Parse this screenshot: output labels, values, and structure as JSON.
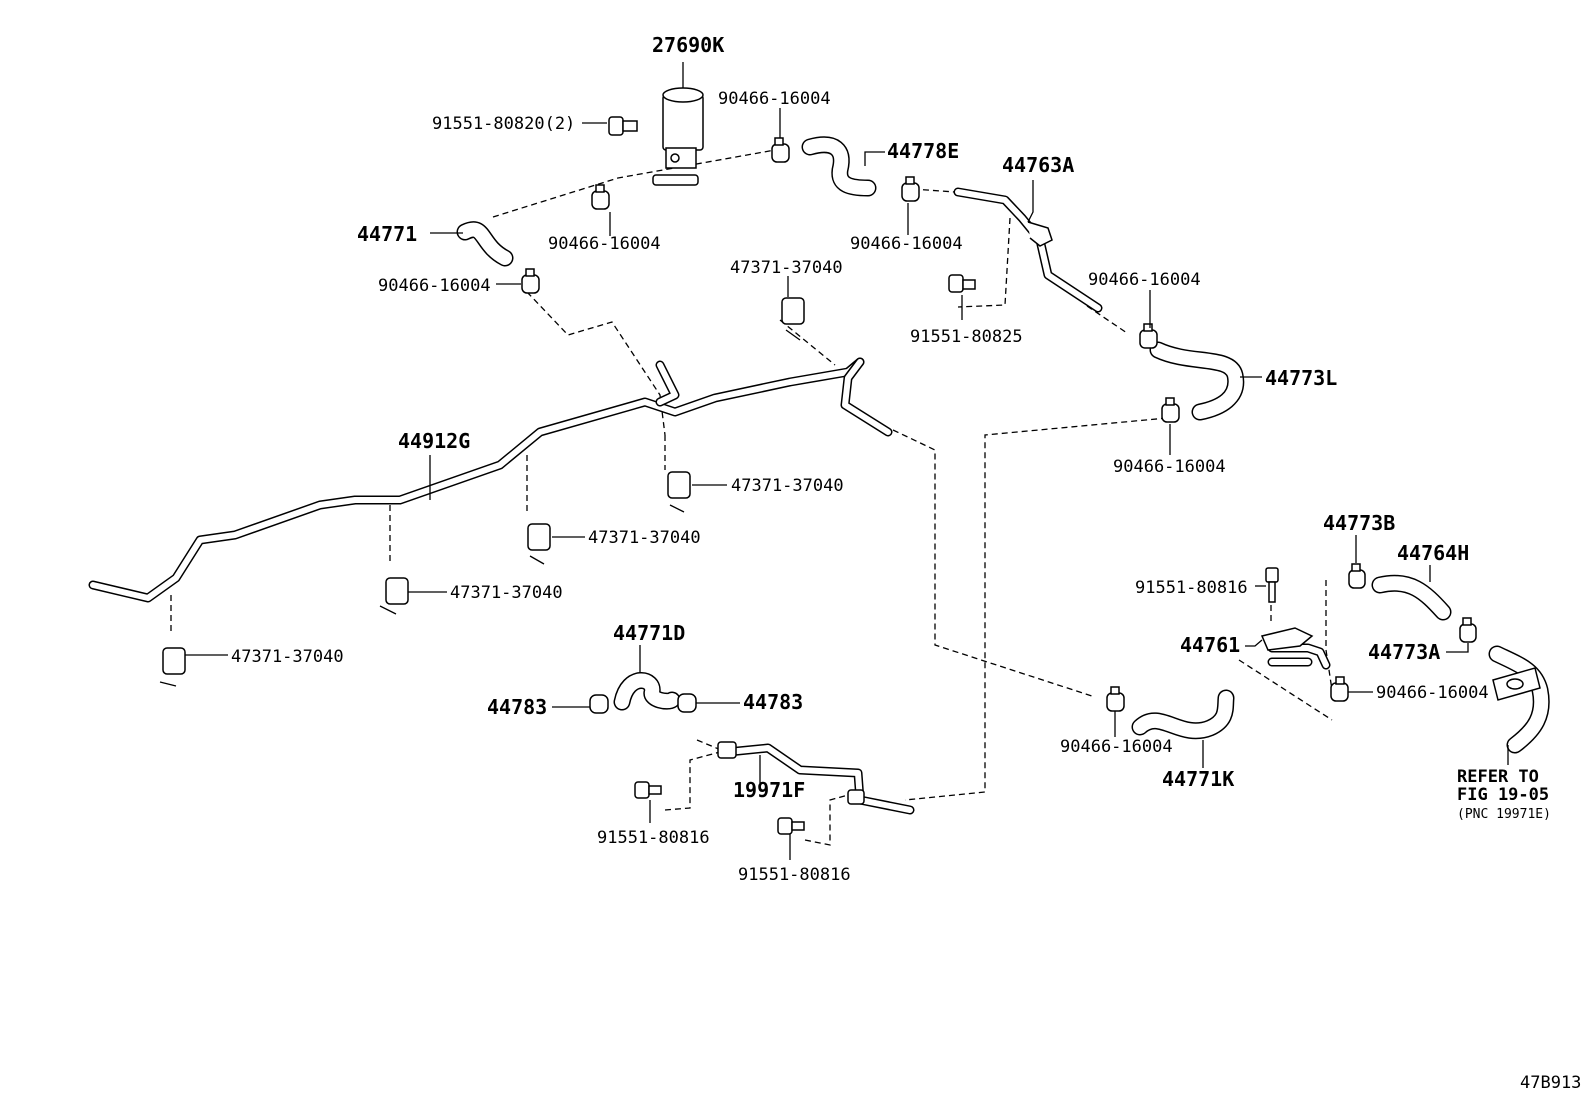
{
  "diagram": {
    "labels": [
      {
        "id": "valve",
        "text": "27690K"
      },
      {
        "id": "bolt-valve",
        "text": "91551-80820(2)"
      },
      {
        "id": "clamp-top",
        "text": "90466-16004"
      },
      {
        "id": "hose-44778e",
        "text": "44778E"
      },
      {
        "id": "pipe-44763a",
        "text": "44763A"
      },
      {
        "id": "hose-44771",
        "text": "44771"
      },
      {
        "id": "clamp-valve-low",
        "text": "90466-16004"
      },
      {
        "id": "clamp-44778e",
        "text": "90466-16004"
      },
      {
        "id": "clamp-44771",
        "text": "90466-16004"
      },
      {
        "id": "clip-upper",
        "text": "47371-37040"
      },
      {
        "id": "bolt-44763a",
        "text": "91551-80825"
      },
      {
        "id": "clamp-44773l-upper",
        "text": "90466-16004"
      },
      {
        "id": "hose-44773l",
        "text": "44773L"
      },
      {
        "id": "clamp-44773l-lower",
        "text": "90466-16004"
      },
      {
        "id": "pipe-44912g",
        "text": "44912G"
      },
      {
        "id": "clip-1",
        "text": "47371-37040"
      },
      {
        "id": "clip-2",
        "text": "47371-37040"
      },
      {
        "id": "clip-3",
        "text": "47371-37040"
      },
      {
        "id": "clip-4",
        "text": "47371-37040"
      },
      {
        "id": "hose-44773b",
        "text": "44773B"
      },
      {
        "id": "hose-44764h",
        "text": "44764H"
      },
      {
        "id": "bolt-44761",
        "text": "91551-80816"
      },
      {
        "id": "pipe-44761",
        "text": "44761"
      },
      {
        "id": "hose-44773a",
        "text": "44773A"
      },
      {
        "id": "clamp-44761",
        "text": "90466-16004"
      },
      {
        "id": "hose-44771d",
        "text": "44771D"
      },
      {
        "id": "clip-44783-left",
        "text": "44783"
      },
      {
        "id": "clip-44783-right",
        "text": "44783"
      },
      {
        "id": "pipe-19971f",
        "text": "19971F"
      },
      {
        "id": "bolt-19971f-left",
        "text": "91551-80816"
      },
      {
        "id": "bolt-19971f-right",
        "text": "91551-80816"
      },
      {
        "id": "clamp-44771k",
        "text": "90466-16004"
      },
      {
        "id": "hose-44771k",
        "text": "44771K"
      }
    ],
    "refer": {
      "line1": "REFER TO",
      "line2": "FIG 19-05",
      "line3": "(PNC 19971E)"
    },
    "figure_code": "47B913"
  }
}
